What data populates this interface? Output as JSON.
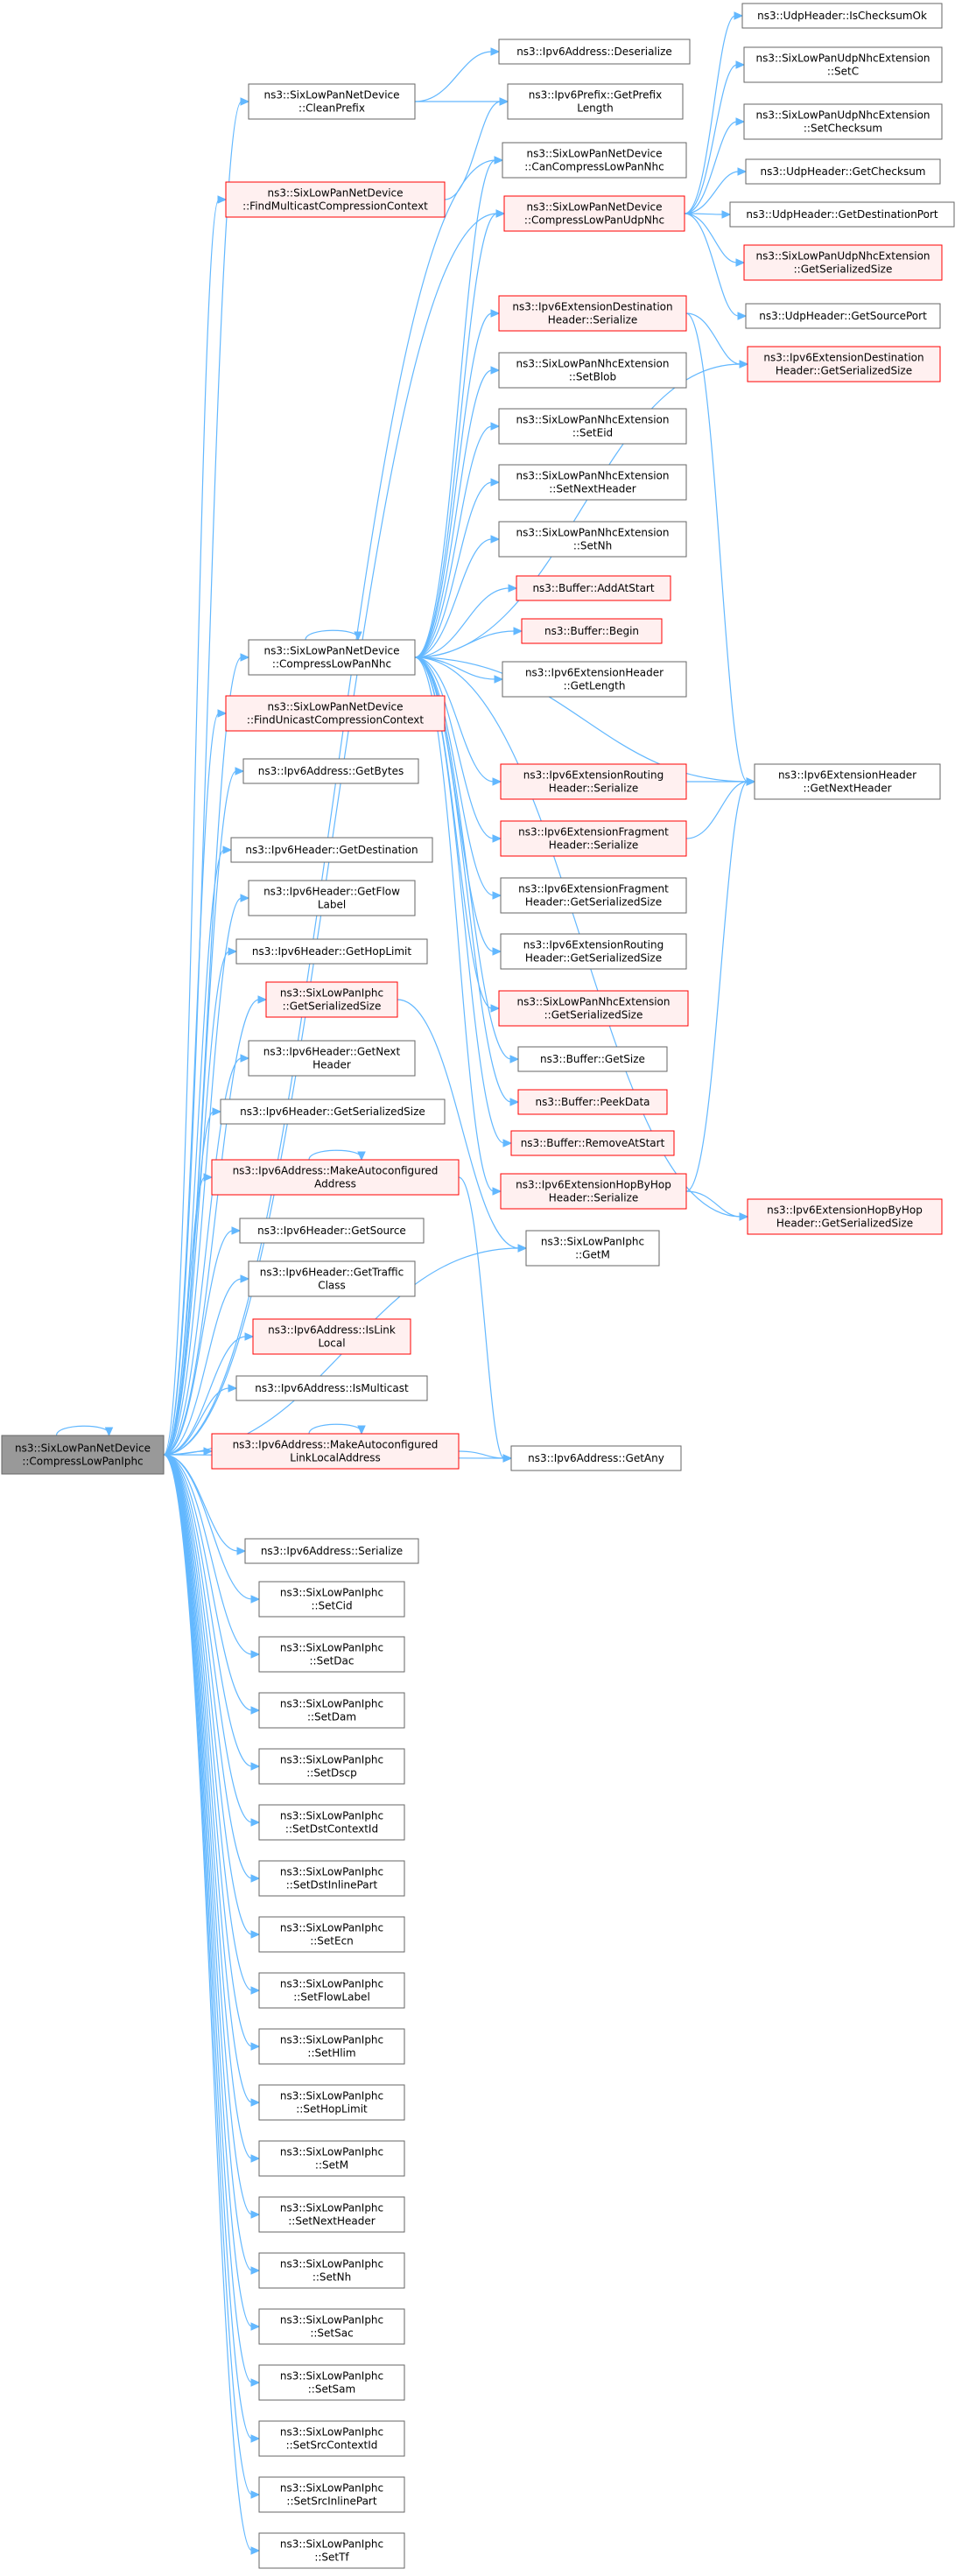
{
  "colors": {
    "edge": "#63b8ff",
    "box_normal_stroke": "#666666",
    "box_normal_fill": "#ffffff",
    "box_red_stroke": "#ff0000",
    "box_red_fill": "#fff0f0",
    "box_root_stroke": "#666666",
    "box_root_fill": "#999999"
  },
  "nodes": [
    {
      "id": "root",
      "lines": [
        "ns3::SixLowPanNetDevice",
        "::CompressLowPanIphc"
      ],
      "style": "root"
    },
    {
      "id": "cleanprefix",
      "lines": [
        "ns3::SixLowPanNetDevice",
        "::CleanPrefix"
      ],
      "style": "normal"
    },
    {
      "id": "findmulticast",
      "lines": [
        "ns3::SixLowPanNetDevice",
        "::FindMulticastCompressionContext"
      ],
      "style": "red"
    },
    {
      "id": "compressnhc",
      "lines": [
        "ns3::SixLowPanNetDevice",
        "::CompressLowPanNhc"
      ],
      "style": "normal"
    },
    {
      "id": "findunicast",
      "lines": [
        "ns3::SixLowPanNetDevice",
        "::FindUnicastCompressionContext"
      ],
      "style": "red"
    },
    {
      "id": "getbytes",
      "lines": [
        "ns3::Ipv6Address::GetBytes"
      ],
      "style": "normal"
    },
    {
      "id": "getdestination",
      "lines": [
        "ns3::Ipv6Header::GetDestination"
      ],
      "style": "normal"
    },
    {
      "id": "getflowlabel",
      "lines": [
        "ns3::Ipv6Header::GetFlow",
        "Label"
      ],
      "style": "normal"
    },
    {
      "id": "gethoplimit",
      "lines": [
        "ns3::Ipv6Header::GetHopLimit"
      ],
      "style": "normal"
    },
    {
      "id": "iphcgetser",
      "lines": [
        "ns3::SixLowPanIphc",
        "::GetSerializedSize"
      ],
      "style": "red"
    },
    {
      "id": "getnextheader",
      "lines": [
        "ns3::Ipv6Header::GetNext",
        "Header"
      ],
      "style": "normal"
    },
    {
      "id": "ipv6hdrgetser",
      "lines": [
        "ns3::Ipv6Header::GetSerializedSize"
      ],
      "style": "normal"
    },
    {
      "id": "makeautoconf",
      "lines": [
        "ns3::Ipv6Address::MakeAutoconfigured",
        "Address"
      ],
      "style": "red"
    },
    {
      "id": "getsource",
      "lines": [
        "ns3::Ipv6Header::GetSource"
      ],
      "style": "normal"
    },
    {
      "id": "gettrafficclass",
      "lines": [
        "ns3::Ipv6Header::GetTraffic",
        "Class"
      ],
      "style": "normal"
    },
    {
      "id": "islinklocal",
      "lines": [
        "ns3::Ipv6Address::IsLink",
        "Local"
      ],
      "style": "red"
    },
    {
      "id": "ismulticast",
      "lines": [
        "ns3::Ipv6Address::IsMulticast"
      ],
      "style": "normal"
    },
    {
      "id": "makeautoconfll",
      "lines": [
        "ns3::Ipv6Address::MakeAutoconfigured",
        "LinkLocalAddress"
      ],
      "style": "red"
    },
    {
      "id": "addrserialize",
      "lines": [
        "ns3::Ipv6Address::Serialize"
      ],
      "style": "normal"
    },
    {
      "id": "setcid",
      "lines": [
        "ns3::SixLowPanIphc",
        "::SetCid"
      ],
      "style": "normal"
    },
    {
      "id": "setdac",
      "lines": [
        "ns3::SixLowPanIphc",
        "::SetDac"
      ],
      "style": "normal"
    },
    {
      "id": "setdam",
      "lines": [
        "ns3::SixLowPanIphc",
        "::SetDam"
      ],
      "style": "normal"
    },
    {
      "id": "setdscp",
      "lines": [
        "ns3::SixLowPanIphc",
        "::SetDscp"
      ],
      "style": "normal"
    },
    {
      "id": "setdstcontextid",
      "lines": [
        "ns3::SixLowPanIphc",
        "::SetDstContextId"
      ],
      "style": "normal"
    },
    {
      "id": "setdstinlinepart",
      "lines": [
        "ns3::SixLowPanIphc",
        "::SetDstInlinePart"
      ],
      "style": "normal"
    },
    {
      "id": "setecn",
      "lines": [
        "ns3::SixLowPanIphc",
        "::SetEcn"
      ],
      "style": "normal"
    },
    {
      "id": "setflowlabel",
      "lines": [
        "ns3::SixLowPanIphc",
        "::SetFlowLabel"
      ],
      "style": "normal"
    },
    {
      "id": "sethlim",
      "lines": [
        "ns3::SixLowPanIphc",
        "::SetHlim"
      ],
      "style": "normal"
    },
    {
      "id": "sethoplimit",
      "lines": [
        "ns3::SixLowPanIphc",
        "::SetHopLimit"
      ],
      "style": "normal"
    },
    {
      "id": "setm",
      "lines": [
        "ns3::SixLowPanIphc",
        "::SetM"
      ],
      "style": "normal"
    },
    {
      "id": "setnextheader",
      "lines": [
        "ns3::SixLowPanIphc",
        "::SetNextHeader"
      ],
      "style": "normal"
    },
    {
      "id": "setnh",
      "lines": [
        "ns3::SixLowPanIphc",
        "::SetNh"
      ],
      "style": "normal"
    },
    {
      "id": "setsac",
      "lines": [
        "ns3::SixLowPanIphc",
        "::SetSac"
      ],
      "style": "normal"
    },
    {
      "id": "setsam",
      "lines": [
        "ns3::SixLowPanIphc",
        "::SetSam"
      ],
      "style": "normal"
    },
    {
      "id": "setsrccontextid",
      "lines": [
        "ns3::SixLowPanIphc",
        "::SetSrcContextId"
      ],
      "style": "normal"
    },
    {
      "id": "setsrcinlinepart",
      "lines": [
        "ns3::SixLowPanIphc",
        "::SetSrcInlinePart"
      ],
      "style": "normal"
    },
    {
      "id": "settf",
      "lines": [
        "ns3::SixLowPanIphc",
        "::SetTf"
      ],
      "style": "normal"
    },
    {
      "id": "deserialize",
      "lines": [
        "ns3::Ipv6Address::Deserialize"
      ],
      "style": "normal"
    },
    {
      "id": "getprefixlen",
      "lines": [
        "ns3::Ipv6Prefix::GetPrefix",
        "Length"
      ],
      "style": "normal"
    },
    {
      "id": "cancompressnhc",
      "lines": [
        "ns3::SixLowPanNetDevice",
        "::CanCompressLowPanNhc"
      ],
      "style": "normal"
    },
    {
      "id": "compressudpnhc",
      "lines": [
        "ns3::SixLowPanNetDevice",
        "::CompressLowPanUdpNhc"
      ],
      "style": "red"
    },
    {
      "id": "extdestser",
      "lines": [
        "ns3::Ipv6ExtensionDestination",
        "Header::Serialize"
      ],
      "style": "red"
    },
    {
      "id": "setblob",
      "lines": [
        "ns3::SixLowPanNhcExtension",
        "::SetBlob"
      ],
      "style": "normal"
    },
    {
      "id": "seteid",
      "lines": [
        "ns3::SixLowPanNhcExtension",
        "::SetEid"
      ],
      "style": "normal"
    },
    {
      "id": "nhcsetnextheader",
      "lines": [
        "ns3::SixLowPanNhcExtension",
        "::SetNextHeader"
      ],
      "style": "normal"
    },
    {
      "id": "nhcsetnh",
      "lines": [
        "ns3::SixLowPanNhcExtension",
        "::SetNh"
      ],
      "style": "normal"
    },
    {
      "id": "addatstart",
      "lines": [
        "ns3::Buffer::AddAtStart"
      ],
      "style": "red"
    },
    {
      "id": "begin",
      "lines": [
        "ns3::Buffer::Begin"
      ],
      "style": "red"
    },
    {
      "id": "extgetlength",
      "lines": [
        "ns3::Ipv6ExtensionHeader",
        "::GetLength"
      ],
      "style": "normal"
    },
    {
      "id": "extroutingser",
      "lines": [
        "ns3::Ipv6ExtensionRouting",
        "Header::Serialize"
      ],
      "style": "red"
    },
    {
      "id": "extfragser",
      "lines": [
        "ns3::Ipv6ExtensionFragment",
        "Header::Serialize"
      ],
      "style": "red"
    },
    {
      "id": "extfraggetser",
      "lines": [
        "ns3::Ipv6ExtensionFragment",
        "Header::GetSerializedSize"
      ],
      "style": "normal"
    },
    {
      "id": "extroutinggetser",
      "lines": [
        "ns3::Ipv6ExtensionRouting",
        "Header::GetSerializedSize"
      ],
      "style": "normal"
    },
    {
      "id": "nhcextgetser",
      "lines": [
        "ns3::SixLowPanNhcExtension",
        "::GetSerializedSize"
      ],
      "style": "red"
    },
    {
      "id": "bufgetsize",
      "lines": [
        "ns3::Buffer::GetSize"
      ],
      "style": "normal"
    },
    {
      "id": "peekdata",
      "lines": [
        "ns3::Buffer::PeekData"
      ],
      "style": "red"
    },
    {
      "id": "removeatstart",
      "lines": [
        "ns3::Buffer::RemoveAtStart"
      ],
      "style": "red"
    },
    {
      "id": "exthbhser",
      "lines": [
        "ns3::Ipv6ExtensionHopByHop",
        "Header::Serialize"
      ],
      "style": "red"
    },
    {
      "id": "iphcgetm",
      "lines": [
        "ns3::SixLowPanIphc",
        "::GetM"
      ],
      "style": "normal"
    },
    {
      "id": "getany",
      "lines": [
        "ns3::Ipv6Address::GetAny"
      ],
      "style": "normal"
    },
    {
      "id": "udpischecksumok",
      "lines": [
        "ns3::UdpHeader::IsChecksumOk"
      ],
      "style": "normal"
    },
    {
      "id": "udpnhcsetc",
      "lines": [
        "ns3::SixLowPanUdpNhcExtension",
        "::SetC"
      ],
      "style": "normal"
    },
    {
      "id": "udpnhcsetchecksum",
      "lines": [
        "ns3::SixLowPanUdpNhcExtension",
        "::SetChecksum"
      ],
      "style": "normal"
    },
    {
      "id": "udpgetchecksum",
      "lines": [
        "ns3::UdpHeader::GetChecksum"
      ],
      "style": "normal"
    },
    {
      "id": "udpgetdstport",
      "lines": [
        "ns3::UdpHeader::GetDestinationPort"
      ],
      "style": "normal"
    },
    {
      "id": "udpnhcgetser",
      "lines": [
        "ns3::SixLowPanUdpNhcExtension",
        "::GetSerializedSize"
      ],
      "style": "red"
    },
    {
      "id": "udpgetsrcport",
      "lines": [
        "ns3::UdpHeader::GetSourcePort"
      ],
      "style": "normal"
    },
    {
      "id": "extdestgetser",
      "lines": [
        "ns3::Ipv6ExtensionDestination",
        "Header::GetSerializedSize"
      ],
      "style": "red"
    },
    {
      "id": "extgetnextheader",
      "lines": [
        "ns3::Ipv6ExtensionHeader",
        "::GetNextHeader"
      ],
      "style": "normal"
    },
    {
      "id": "exthbhgetser",
      "lines": [
        "ns3::Ipv6ExtensionHopByHop",
        "Header::GetSerializedSize"
      ],
      "style": "red"
    }
  ],
  "edges": [
    [
      "root",
      "root"
    ],
    [
      "root",
      "cleanprefix"
    ],
    [
      "root",
      "findmulticast"
    ],
    [
      "root",
      "compressnhc"
    ],
    [
      "root",
      "findunicast"
    ],
    [
      "root",
      "getbytes"
    ],
    [
      "root",
      "getdestination"
    ],
    [
      "root",
      "getflowlabel"
    ],
    [
      "root",
      "gethoplimit"
    ],
    [
      "root",
      "iphcgetser"
    ],
    [
      "root",
      "getnextheader"
    ],
    [
      "root",
      "ipv6hdrgetser"
    ],
    [
      "root",
      "makeautoconf"
    ],
    [
      "root",
      "getsource"
    ],
    [
      "root",
      "gettrafficclass"
    ],
    [
      "root",
      "islinklocal"
    ],
    [
      "root",
      "ismulticast"
    ],
    [
      "root",
      "makeautoconfll"
    ],
    [
      "root",
      "getany"
    ],
    [
      "root",
      "addrserialize"
    ],
    [
      "root",
      "setcid"
    ],
    [
      "root",
      "setdac"
    ],
    [
      "root",
      "setdam"
    ],
    [
      "root",
      "setdscp"
    ],
    [
      "root",
      "setdstcontextid"
    ],
    [
      "root",
      "setdstinlinepart"
    ],
    [
      "root",
      "setecn"
    ],
    [
      "root",
      "setflowlabel"
    ],
    [
      "root",
      "sethlim"
    ],
    [
      "root",
      "sethoplimit"
    ],
    [
      "root",
      "setm"
    ],
    [
      "root",
      "setnextheader"
    ],
    [
      "root",
      "setnh"
    ],
    [
      "root",
      "setsac"
    ],
    [
      "root",
      "setsam"
    ],
    [
      "root",
      "setsrccontextid"
    ],
    [
      "root",
      "setsrcinlinepart"
    ],
    [
      "root",
      "settf"
    ],
    [
      "root",
      "cancompressnhc"
    ],
    [
      "root",
      "compressudpnhc"
    ],
    [
      "root",
      "iphcgetm"
    ],
    [
      "cleanprefix",
      "deserialize"
    ],
    [
      "cleanprefix",
      "getprefixlen"
    ],
    [
      "findmulticast",
      "getprefixlen"
    ],
    [
      "compressnhc",
      "compressnhc"
    ],
    [
      "compressnhc",
      "cancompressnhc"
    ],
    [
      "compressnhc",
      "compressudpnhc"
    ],
    [
      "compressnhc",
      "extdestser"
    ],
    [
      "compressnhc",
      "setblob"
    ],
    [
      "compressnhc",
      "seteid"
    ],
    [
      "compressnhc",
      "nhcsetnextheader"
    ],
    [
      "compressnhc",
      "nhcsetnh"
    ],
    [
      "compressnhc",
      "addatstart"
    ],
    [
      "compressnhc",
      "begin"
    ],
    [
      "compressnhc",
      "extgetlength"
    ],
    [
      "compressnhc",
      "extgetnextheader"
    ],
    [
      "compressnhc",
      "extroutingser"
    ],
    [
      "compressnhc",
      "extfragser"
    ],
    [
      "compressnhc",
      "extfraggetser"
    ],
    [
      "compressnhc",
      "extroutinggetser"
    ],
    [
      "compressnhc",
      "nhcextgetser"
    ],
    [
      "compressnhc",
      "bufgetsize"
    ],
    [
      "compressnhc",
      "peekdata"
    ],
    [
      "compressnhc",
      "removeatstart"
    ],
    [
      "compressnhc",
      "exthbhser"
    ],
    [
      "compressnhc",
      "exthbhgetser"
    ],
    [
      "compressnhc",
      "extdestgetser"
    ],
    [
      "compressudpnhc",
      "udpischecksumok"
    ],
    [
      "compressudpnhc",
      "udpnhcsetc"
    ],
    [
      "compressudpnhc",
      "udpnhcsetchecksum"
    ],
    [
      "compressudpnhc",
      "udpgetchecksum"
    ],
    [
      "compressudpnhc",
      "udpgetdstport"
    ],
    [
      "compressudpnhc",
      "udpnhcgetser"
    ],
    [
      "compressudpnhc",
      "udpgetsrcport"
    ],
    [
      "extdestser",
      "extdestgetser"
    ],
    [
      "extdestser",
      "extgetnextheader"
    ],
    [
      "extroutingser",
      "extgetnextheader"
    ],
    [
      "extfragser",
      "extgetnextheader"
    ],
    [
      "exthbhser",
      "exthbhgetser"
    ],
    [
      "exthbhser",
      "extgetnextheader"
    ],
    [
      "iphcgetser",
      "iphcgetm"
    ],
    [
      "makeautoconf",
      "makeautoconf"
    ],
    [
      "makeautoconf",
      "getany"
    ],
    [
      "makeautoconfll",
      "makeautoconfll"
    ],
    [
      "makeautoconfll",
      "getany"
    ]
  ]
}
